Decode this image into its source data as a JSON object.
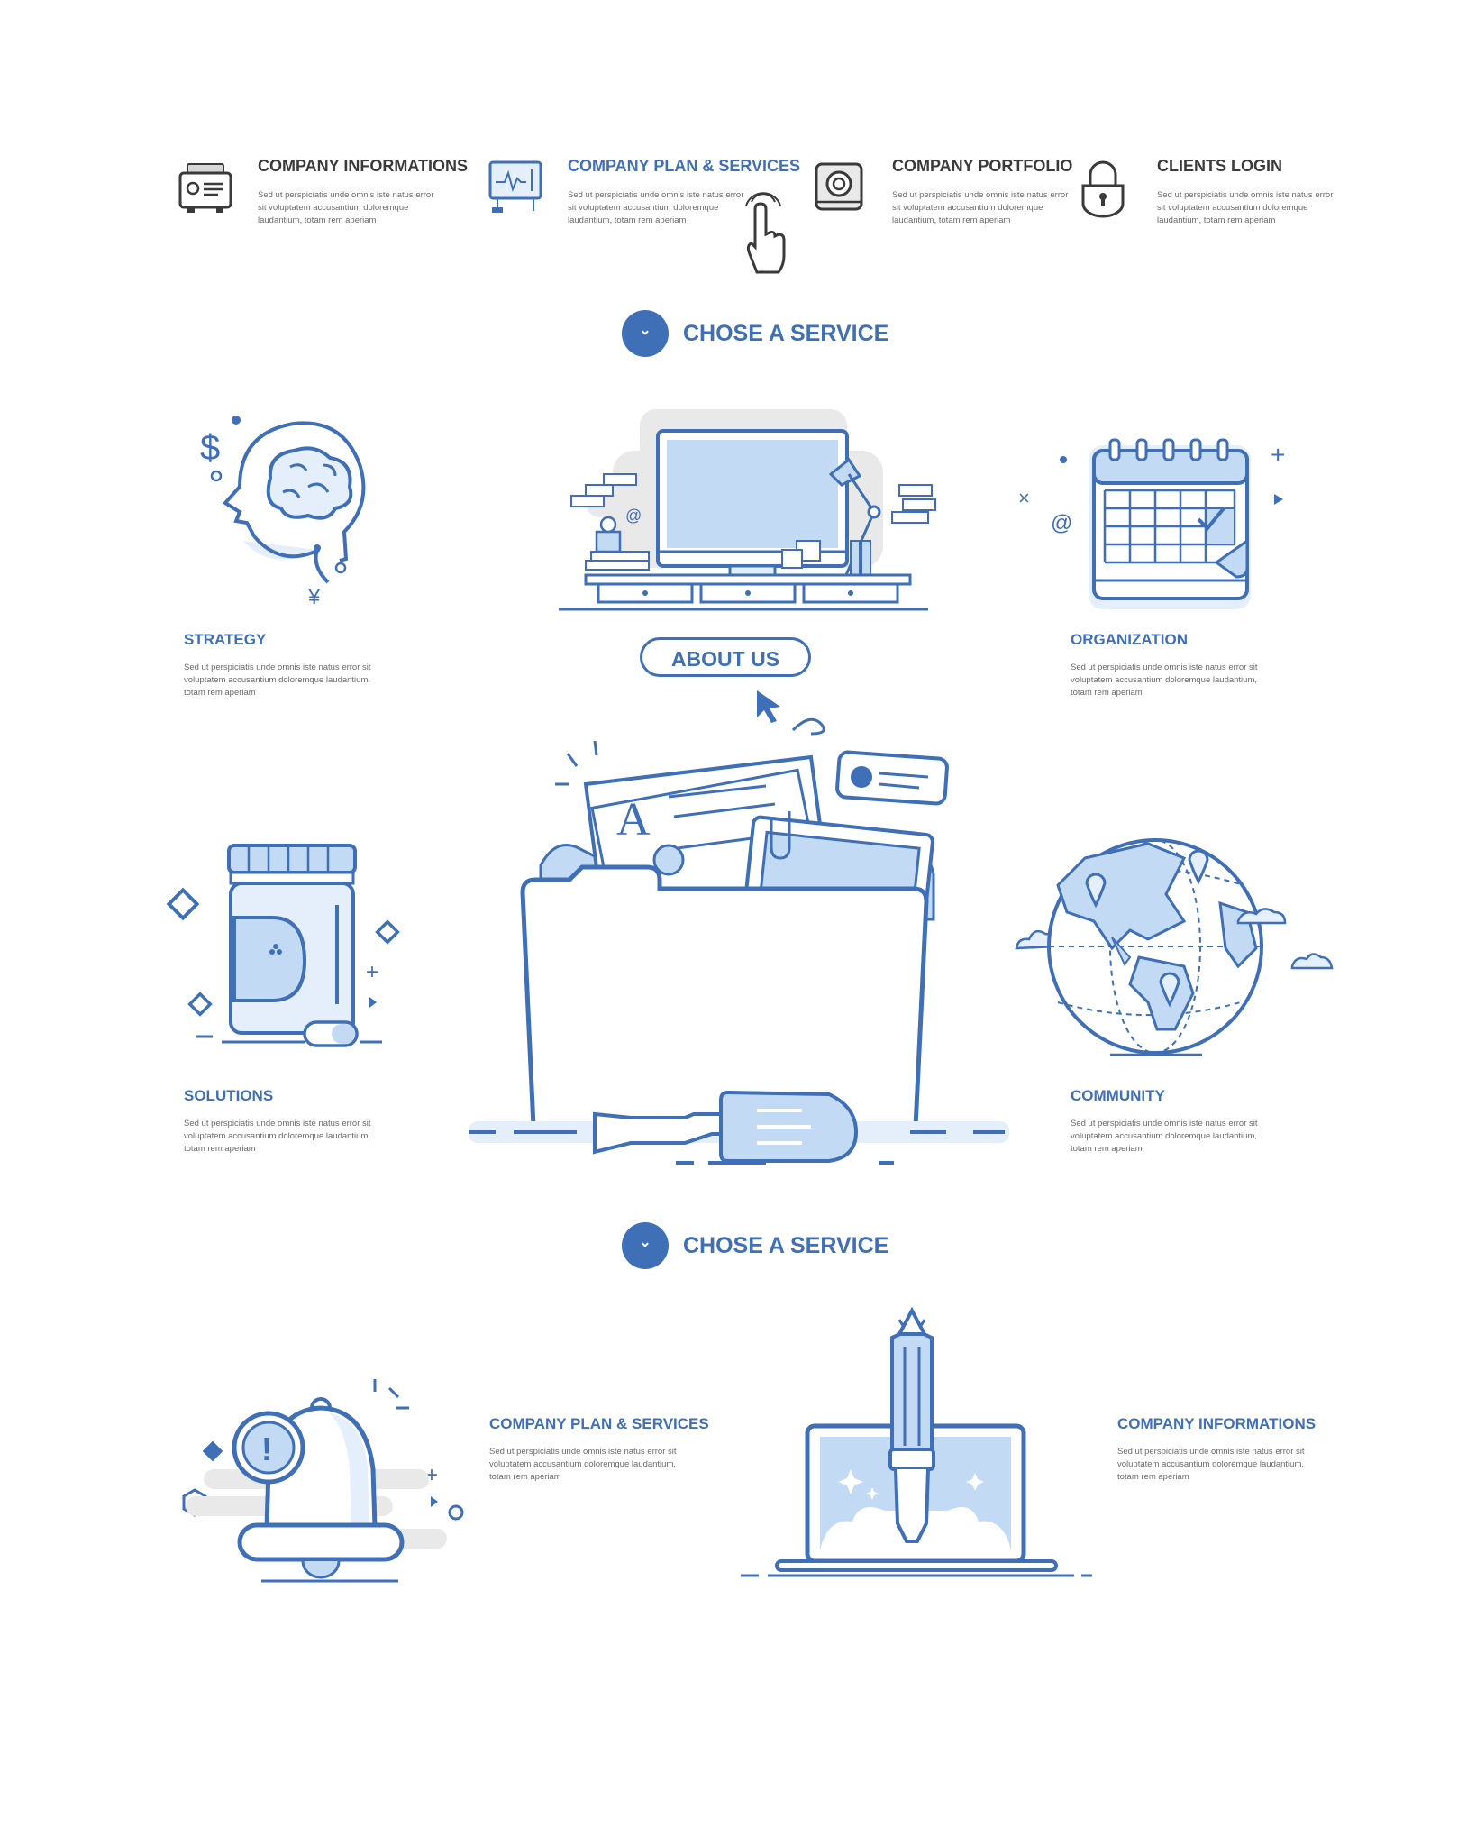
{
  "nav": {
    "items": [
      {
        "title": "COMPANY INFORMATIONS",
        "description": "Sed ut perspiciatis unde omnis iste natus error sit voluptatem accusantium doloremque laudantium, totam rem aperiam"
      },
      {
        "title": "COMPANY PLAN & SERVICES",
        "description": "Sed ut perspiciatis unde omnis iste natus error sit voluptatem accusantium doloremque laudantium, totam rem aperiam"
      },
      {
        "title": "COMPANY PORTFOLIO",
        "description": "Sed ut perspiciatis unde omnis iste natus error sit voluptatem accusantium doloremque laudantium, totam rem aperiam"
      },
      {
        "title": "CLIENTS LOGIN",
        "description": "Sed ut perspiciatis unde omnis iste natus error sit voluptatem accusantium doloremque laudantium, totam rem aperiam"
      }
    ],
    "active_index": 1
  },
  "section_headers": [
    {
      "title": "CHOSE A SERVICE",
      "icon": "chevron-down-icon"
    },
    {
      "title": "CHOSE A SERVICE",
      "icon": "chevron-down-icon"
    }
  ],
  "about_button": {
    "label": "ABOUT US"
  },
  "services": {
    "strategy": {
      "title": "STRATEGY",
      "description": "Sed ut perspiciatis unde omnis iste natus error sit voluptatem accusantium doloremque laudantium, totam rem aperiam"
    },
    "organization": {
      "title": "ORGANIZATION",
      "description": "Sed ut perspiciatis unde omnis iste natus error sit voluptatem accusantium doloremque laudantium, totam rem aperiam"
    },
    "solutions": {
      "title": "SOLUTIONS",
      "description": "Sed ut perspiciatis unde omnis iste natus error sit voluptatem accusantium doloremque laudantium, totam rem aperiam"
    },
    "community": {
      "title": "COMMUNITY",
      "description": "Sed ut perspiciatis unde omnis iste natus error sit voluptatem accusantium doloremque laudantium, totam rem aperiam"
    },
    "plan_services": {
      "title": "COMPANY PLAN & SERVICES",
      "description": "Sed ut perspiciatis unde omnis iste natus error sit voluptatem accusantium doloremque laudantium, totam rem aperiam"
    },
    "informations": {
      "title": "COMPANY INFORMATIONS",
      "description": "Sed ut perspiciatis unde omnis iste natus error sit voluptatem accusantium doloremque laudantium, totam rem aperiam"
    }
  },
  "illustration_symbols": {
    "dollar": "$",
    "yen": "¥",
    "at": "@",
    "letter_a": "A",
    "exclamation": "!",
    "plus": "+",
    "times": "×"
  },
  "colors": {
    "accent": "#3f6fb6",
    "light_blue": "#c2daf3",
    "pale_blue": "#e4effb",
    "gray_bg": "#e9e9e9",
    "text_dark": "#3a3a3a"
  }
}
